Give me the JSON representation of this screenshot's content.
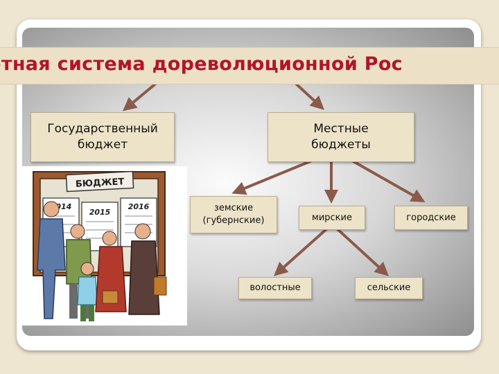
{
  "title": "джетная система дореволюционной Рос",
  "nodes": {
    "state": "Государственный\nбюджет",
    "local": "Местные\nбюджеты",
    "zemstvo": "земские\n(губернские)",
    "mir": "мирские",
    "city": "городские",
    "volost": "волостные",
    "village": "сельские"
  },
  "illustration": {
    "sign": "БЮДЖЕТ",
    "years": [
      "2014",
      "2015",
      "2016"
    ]
  }
}
